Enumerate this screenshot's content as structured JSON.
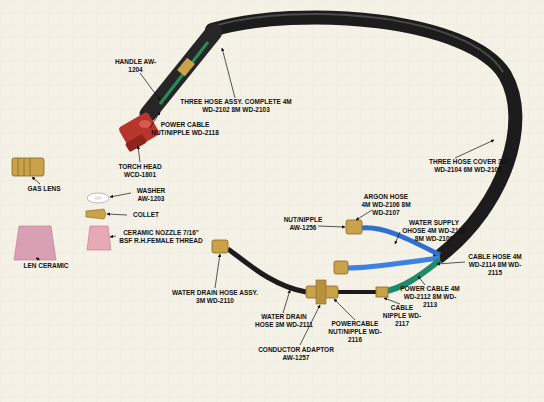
{
  "diagram": {
    "labels": [
      "HANDLE AW-1204",
      "THREE HOSE ASSY. COMPLETE 4M WD-2102 8M WD-2103",
      "POWER CABLE NUT/NIPPLE WD-2118",
      "TORCH HEAD WCD-1801",
      "WASHER AW-1203",
      "GAS LENS",
      "COLLET",
      "CERAMIC NOZZLE 7/16\" BSF R.H.FEMALE THREAD",
      "LEN CERAMIC",
      "THREE HOSE COVER 3M WD-2104 6M WD-2105",
      "ARGON HOSE 4M WD-2106 8M WD-2107",
      "NUT/NIPPLE AW-1256",
      "WATER SUPPLY OHOSE 4M WD-2108 8M WD-2109",
      "CABLE HOSE 4M WD-2114 8M WD-2115",
      "POWER CABLE 4M WD-2112 8M WD-2113",
      "WATER DRAIN HOSE ASSY. 3M WD-2110",
      "WATER DRAIN HOSE 3M WD-2111",
      "POWERCABLE NUT/NIPPLE WD-2116",
      "CABLE NIPPLE WD-2117",
      "CONDUCTOR ADAPTOR AW-1257"
    ]
  }
}
